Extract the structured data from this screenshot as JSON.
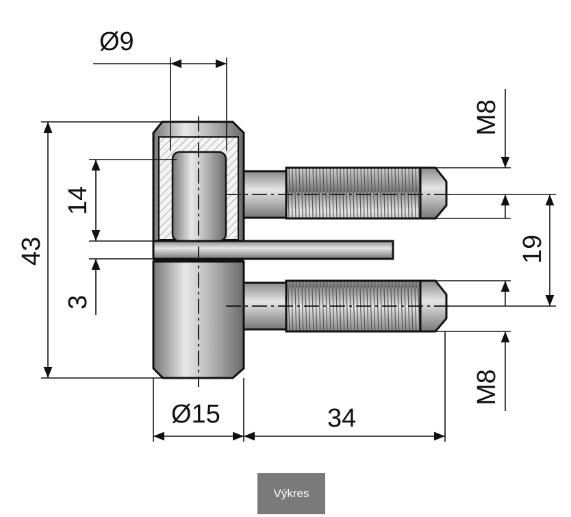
{
  "drawing": {
    "dimensions": {
      "pin_diameter": "Ø9",
      "body_diameter": "Ø15",
      "overall_height": "43",
      "upper_length": "14",
      "gap": "3",
      "thread_spacing": "19",
      "projection": "34",
      "thread_top": "M8",
      "thread_bottom": "M8"
    }
  },
  "tab": {
    "label": "Výkres"
  },
  "colors": {
    "line": "#111111",
    "metal_light": "#e4e4e4",
    "metal_dark": "#6a6a6a",
    "tab_bg": "#7a7a7a"
  }
}
